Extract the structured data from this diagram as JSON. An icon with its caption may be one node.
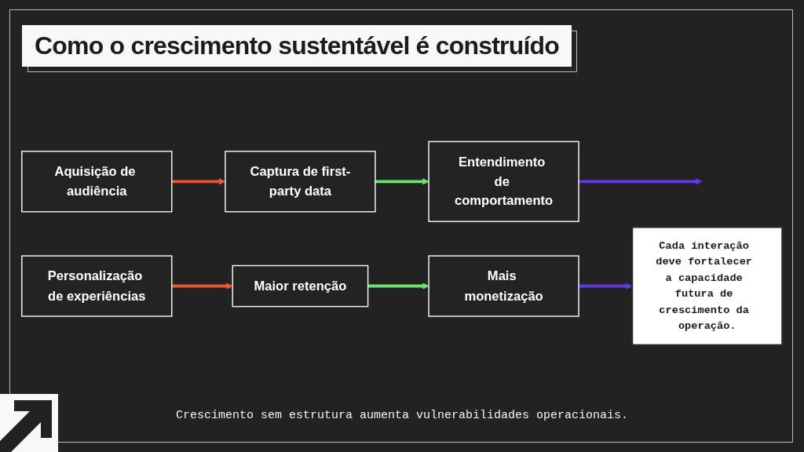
{
  "diagram": {
    "title": "Como o crescimento sustentável é construído",
    "caption": "Crescimento sem estrutura aumenta vulnerabilidades operacionais.",
    "nodes": [
      {
        "text": [
          "Aquisição de audiência"
        ]
      },
      {
        "text": [
          "Captura de first-party data"
        ]
      },
      {
        "text": [
          "Entendimento de comportamento"
        ]
      },
      {
        "text": [
          "Personalização de experiências"
        ]
      },
      {
        "text": [
          "Maior retenção"
        ]
      },
      {
        "text": [
          "Mais monetização"
        ]
      },
      {
        "text": [
          "Cada interação deve fortalecer a capacidade futura de crescimento da operação."
        ]
      }
    ],
    "edges": [
      {
        "from": 0,
        "to": 1,
        "arrow": "to",
        "color": "#e8572f"
      },
      {
        "from": 1,
        "to": 2,
        "arrow": "to",
        "color": "#6ce36f"
      },
      {
        "from": 2,
        "to": null,
        "arrow": "to",
        "color": "#6437e3"
      },
      {
        "from": 3,
        "to": 4,
        "arrow": "to",
        "color": "#e8572f"
      },
      {
        "from": 4,
        "to": 5,
        "arrow": "to",
        "color": "#6ce36f"
      },
      {
        "from": 5,
        "to": 6,
        "arrow": "to",
        "color": "#6437e3"
      }
    ]
  }
}
